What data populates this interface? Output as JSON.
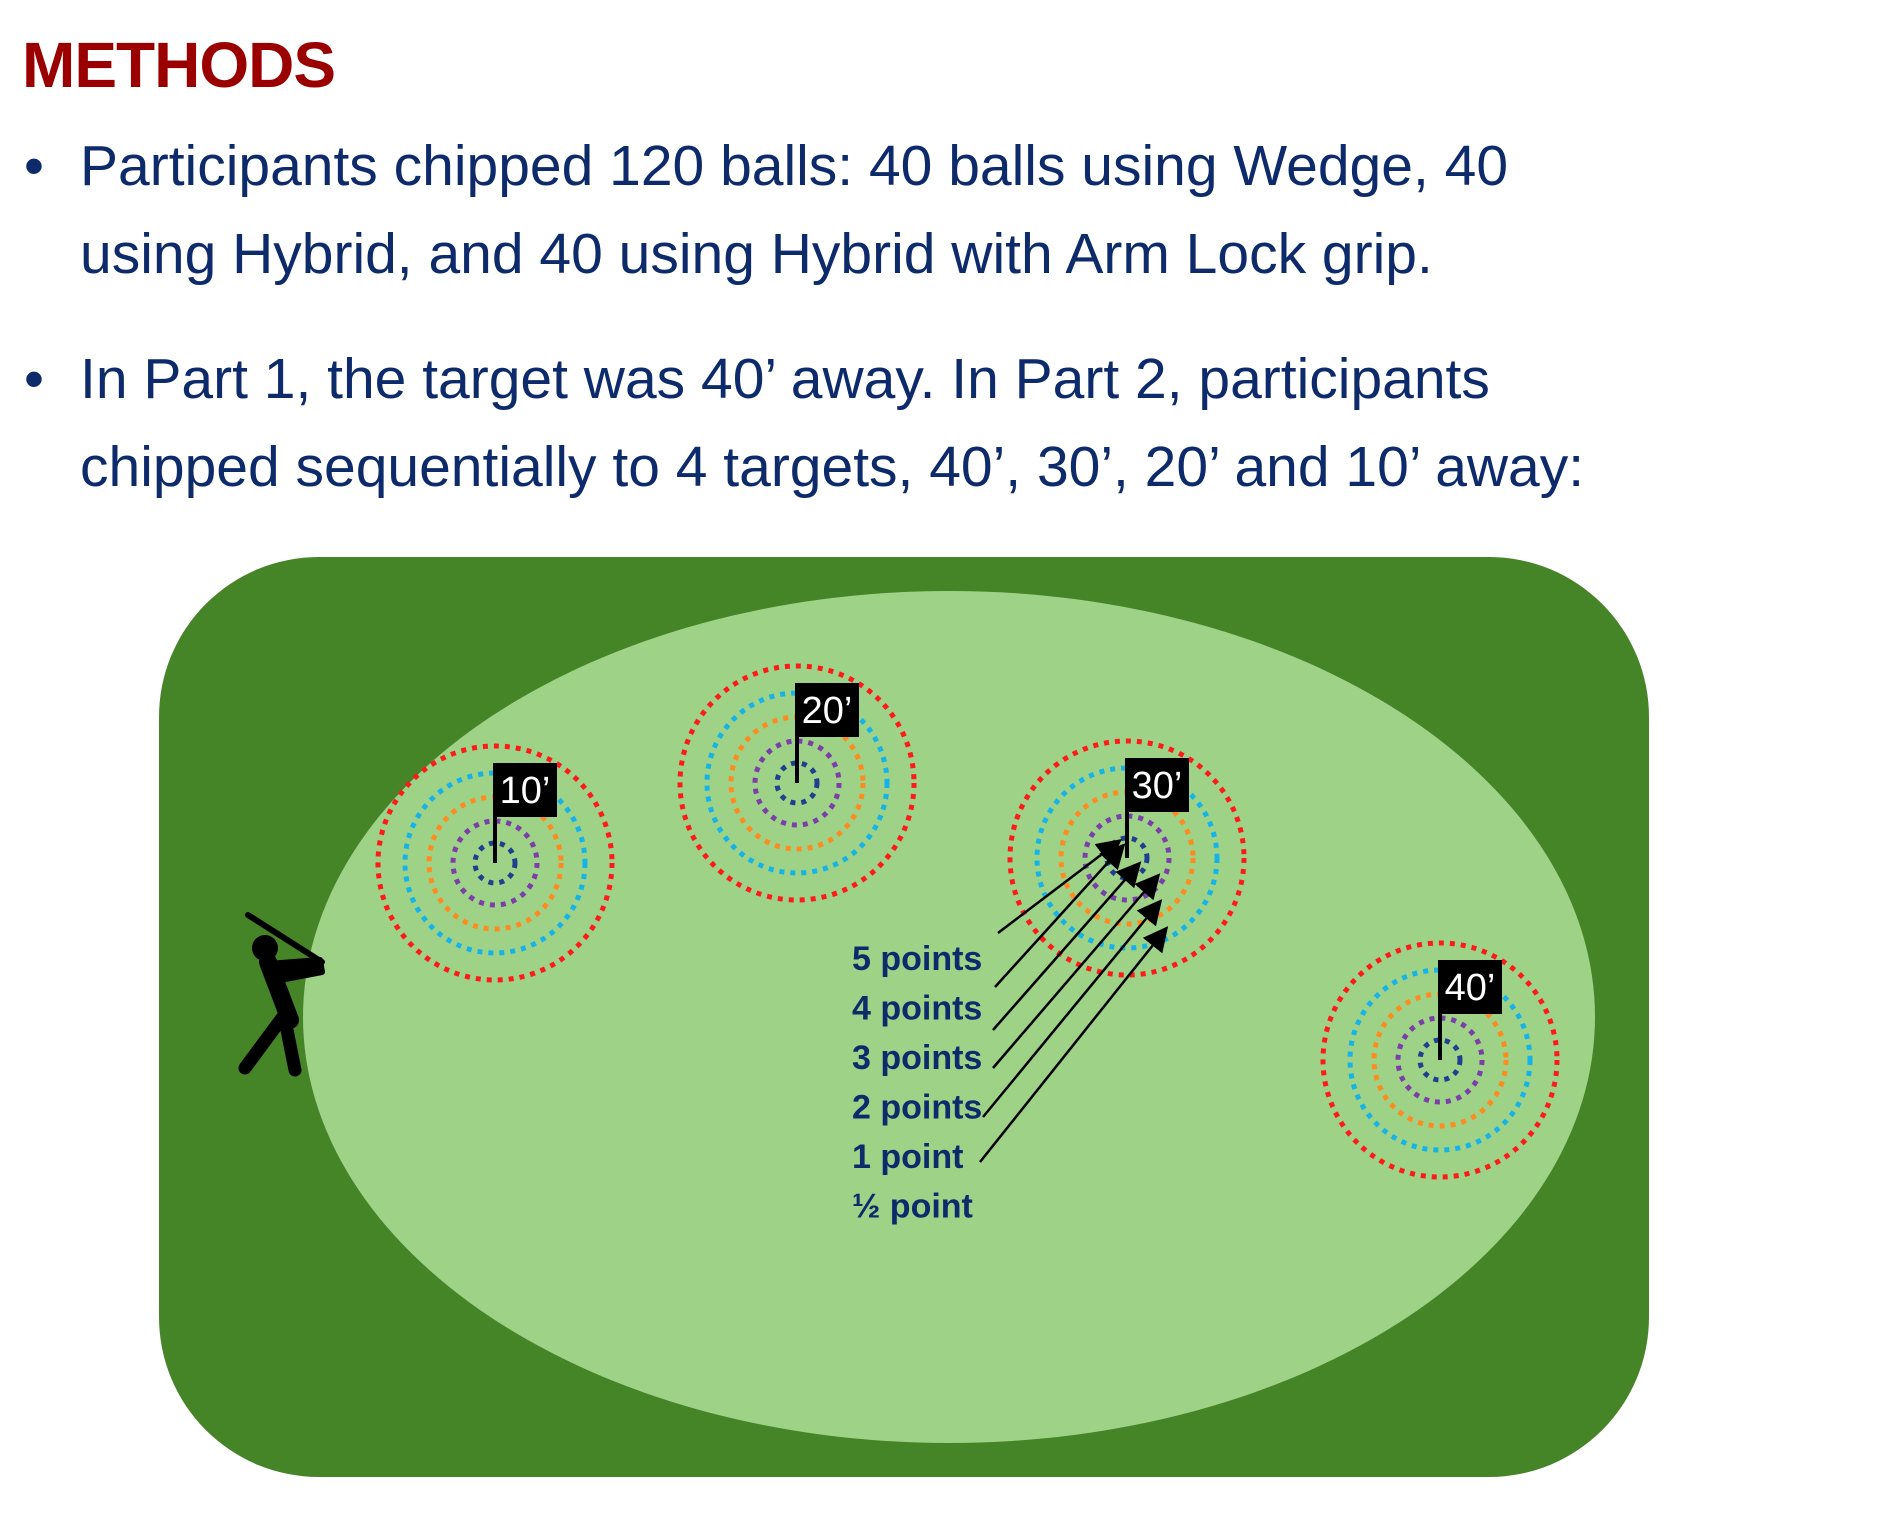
{
  "title": "METHODS",
  "bullets": [
    {
      "lines": [
        "Participants chipped 120 balls: 40 balls using Wedge, 40",
        "using Hybrid, and 40 using Hybrid with Arm Lock grip."
      ]
    },
    {
      "lines": [
        "In Part 1, the target was 40’ away. In Part 2, participants",
        "chipped sequentially to 4 targets, 40’, 30’, 20’ and 10’ away:"
      ]
    }
  ],
  "diagram": {
    "targets": [
      {
        "label": "10’"
      },
      {
        "label": "20’"
      },
      {
        "label": "30’"
      },
      {
        "label": "40’"
      }
    ],
    "scoring_legend": [
      "5 points",
      "4 points",
      "3 points",
      "2 points",
      "1 point",
      "½ point"
    ],
    "ring_colors": [
      "#1f3f8f",
      "#7a3fa8",
      "#ff8a1f",
      "#16b3e8",
      "#ff1a1a"
    ],
    "colors": {
      "rough": "#468428",
      "green": "#9ed287",
      "text": "#0d2a6b",
      "title": "#9b0000"
    }
  }
}
